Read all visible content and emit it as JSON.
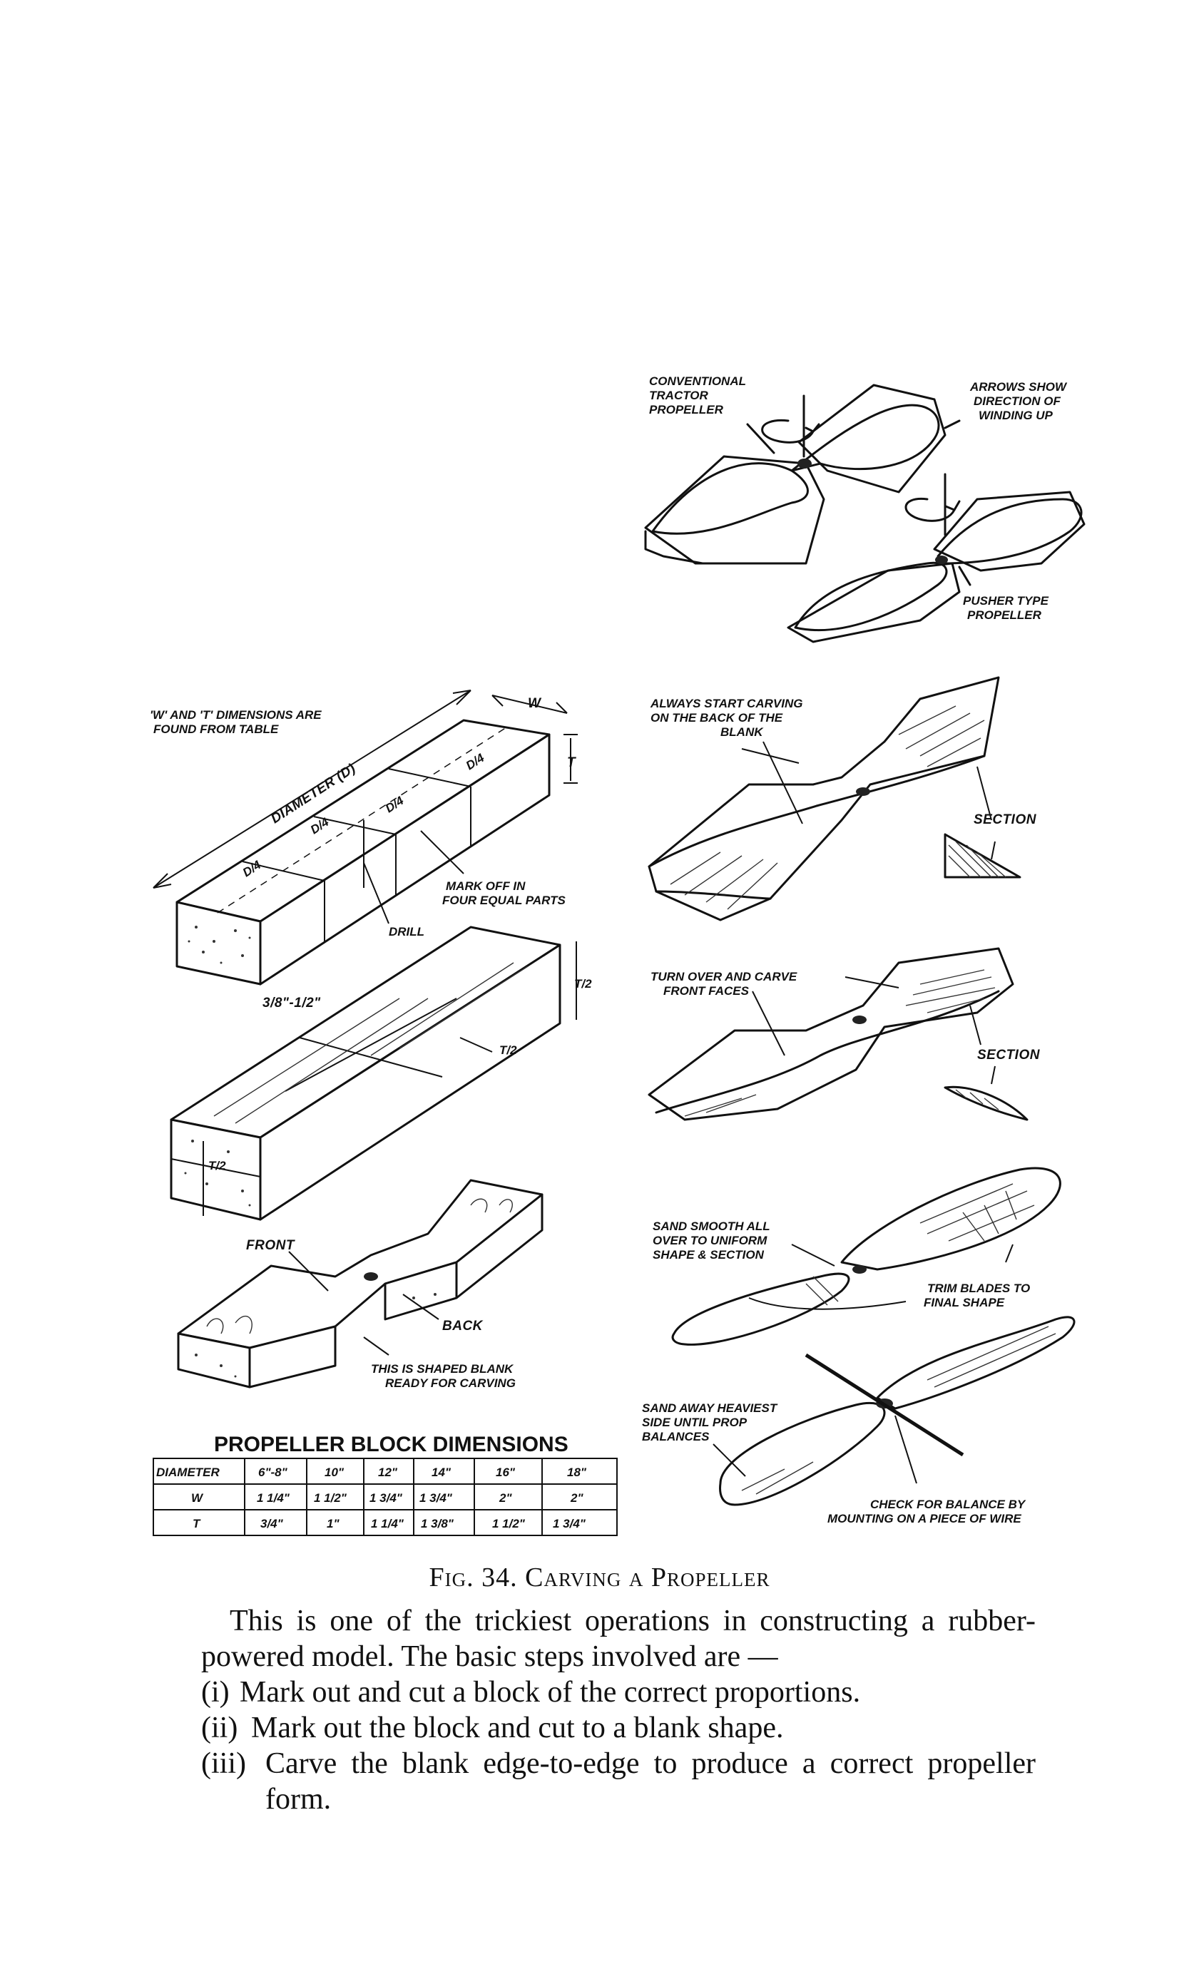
{
  "labels": {
    "conventional": [
      "CONVENTIONAL",
      "TRACTOR",
      "PROPELLER"
    ],
    "arrows": [
      "ARROWS SHOW",
      "DIRECTION OF",
      "WINDING UP"
    ],
    "pusher": [
      "PUSHER TYPE",
      "PROPELLER"
    ],
    "wt_dims": [
      "'W' AND 'T' DIMENSIONS ARE",
      "FOUND FROM TABLE"
    ],
    "w": "W",
    "t": "T",
    "diameter": "DIAMETER (D)",
    "d4": "D/4",
    "mark_off": [
      "MARK OFF IN",
      "FOUR EQUAL PARTS"
    ],
    "drill": "DRILL",
    "frac": "3/8\"-1/2\"",
    "t2": "T/2",
    "front": "FRONT",
    "back": "BACK",
    "shaped": [
      "THIS IS SHAPED BLANK",
      "READY FOR CARVING"
    ],
    "always_start": [
      "ALWAYS START CARVING",
      "ON THE BACK OF THE",
      "BLANK"
    ],
    "section": "SECTION",
    "turn_over": [
      "TURN OVER AND CARVE",
      "FRONT FACES"
    ],
    "sand_smooth": [
      "SAND SMOOTH ALL",
      "OVER TO UNIFORM",
      "SHAPE & SECTION"
    ],
    "trim": [
      "TRIM BLADES TO",
      "FINAL SHAPE"
    ],
    "sand_away": [
      "SAND AWAY HEAVIEST",
      "SIDE UNTIL PROP",
      "BALANCES"
    ],
    "check": [
      "CHECK FOR BALANCE BY",
      "MOUNTING ON A PIECE OF WIRE"
    ]
  },
  "table": {
    "title": "PROPELLER BLOCK DIMENSIONS",
    "rows": [
      [
        "DIAMETER",
        "6\"-8\"",
        "10\"",
        "12\"",
        "14\"",
        "16\"",
        "18\""
      ],
      [
        "W",
        "1 1/4\"",
        "1 1/2\"",
        "1 3/4\"",
        "1 3/4\"",
        "2\"",
        "2\""
      ],
      [
        "T",
        "3/4\"",
        "1\"",
        "1 1/4\"",
        "1 3/8\"",
        "1 1/2\"",
        "1 3/4\""
      ]
    ]
  },
  "caption": {
    "title": "Fig. 34. Carving a Propeller",
    "paragraph": "This is one of the trickiest operations in constructing a rubber-powered model. The basic steps involved are —",
    "steps": [
      {
        "num": "(i)",
        "text": "Mark out and cut a block of the correct proportions."
      },
      {
        "num": "(ii)",
        "text": "Mark out the block and cut to a blank shape."
      },
      {
        "num": "(iii)",
        "text": "Carve the blank edge-to-edge to produce a correct propeller form."
      }
    ]
  }
}
